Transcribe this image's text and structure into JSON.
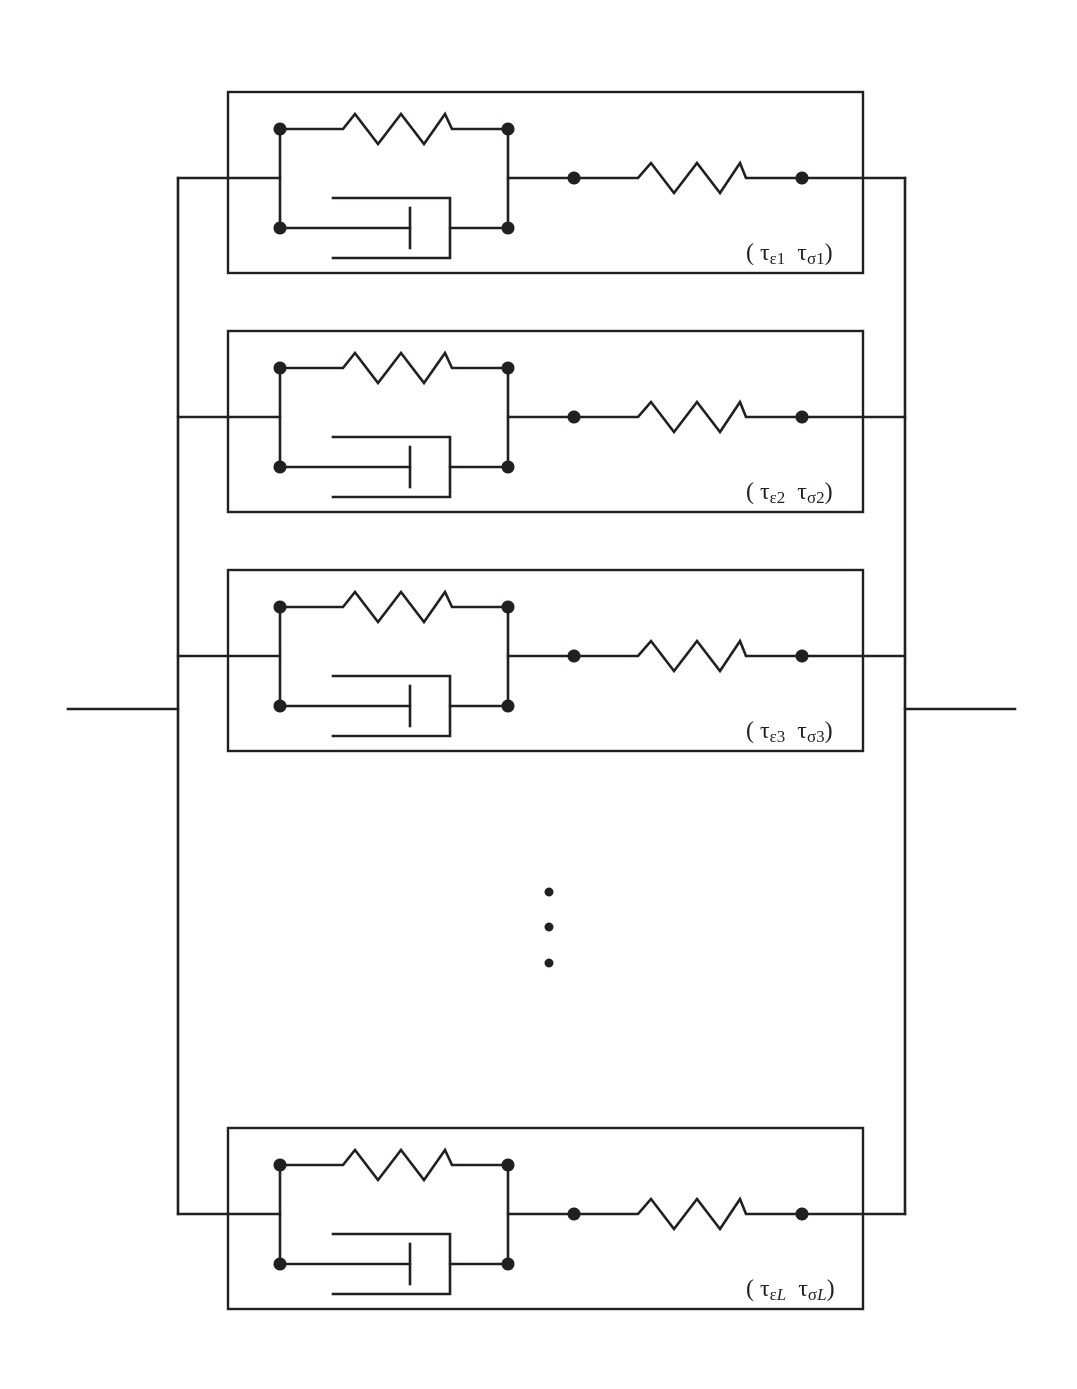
{
  "diagram": {
    "stroke_color": "#231f20",
    "elements": [
      {
        "label": {
          "open": "(",
          "tau_eps": "τ",
          "eps_sub": "ε1",
          "tau_sig": "τ",
          "sig_sub": "σ1",
          "close": ")"
        }
      },
      {
        "label": {
          "open": "(",
          "tau_eps": "τ",
          "eps_sub": "ε2",
          "tau_sig": "τ",
          "sig_sub": "σ2",
          "close": ")"
        }
      },
      {
        "label": {
          "open": "(",
          "tau_eps": "τ",
          "eps_sub": "ε3",
          "tau_sig": "τ",
          "sig_sub": "σ3",
          "close": ")"
        }
      },
      {
        "label": {
          "open": "(",
          "tau_eps": "τ",
          "eps_sub": "ε",
          "eps_sub_italic": "L",
          "tau_sig": "τ",
          "sig_sub": "σ",
          "sig_sub_italic": "L",
          "close": ")"
        }
      }
    ],
    "ellipsis": "vertical-dots"
  }
}
